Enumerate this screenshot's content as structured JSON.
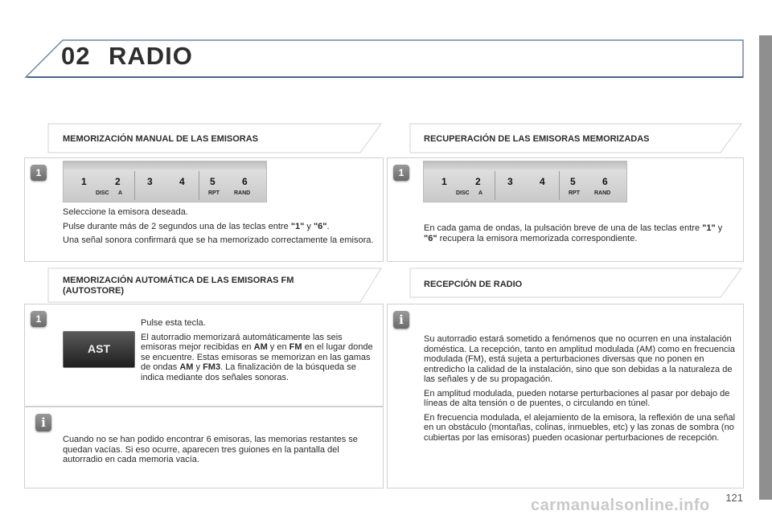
{
  "header": {
    "chapter_number": "02",
    "chapter_title": "RADIO"
  },
  "page_number": "121",
  "watermark": "carmanualsonline.info",
  "sections": {
    "manual": {
      "heading": "MEMORIZACIÓN MANUAL DE LAS EMISORAS",
      "badge": "1",
      "p1": "Seleccione la emisora deseada.",
      "p2_pre": "Pulse durante más de 2 segundos una de las teclas entre ",
      "p2_k1": "\"1\"",
      "p2_mid": " y ",
      "p2_k2": "\"6\"",
      "p2_post": ".",
      "p3": "Una señal sonora confirmará que se ha memorizado correctamente la emisora."
    },
    "recall": {
      "heading": "RECUPERACIÓN DE LAS EMISORAS MEMORIZADAS",
      "badge": "1",
      "p1_pre": "En cada gama de ondas, la pulsación breve de una de las teclas entre ",
      "p1_k1": "\"1\"",
      "p1_mid": " y ",
      "p1_k2": "\"6\"",
      "p1_post": " recupera la emisora memorizada correspondiente."
    },
    "auto": {
      "heading": "MEMORIZACIÓN AUTOMÁTICA DE LAS EMISORAS FM (AUTOSTORE)",
      "badge": "1",
      "button_label": "AST",
      "p1": "Pulse esta tecla.",
      "p2_a": "El autorradio memorizará automáticamente las seis emisoras mejor recibidas en ",
      "p2_am": "AM",
      "p2_b": " y en ",
      "p2_fm": "FM",
      "p2_c": " en el lugar donde se encuentre. Estas emisoras se memorizan en las gamas de ondas ",
      "p2_am2": "AM",
      "p2_d": " y ",
      "p2_fm3": "FM3",
      "p2_e": ". La finalización de la búsqueda se indica mediante dos señales sonoras.",
      "info_badge": "i",
      "info": "Cuando no se han podido encontrar 6 emisoras, las memorias restantes se quedan vacías. Si eso ocurre, aparecen tres guiones en la pantalla del autorradio en cada memoria vacía."
    },
    "reception": {
      "heading": "RECEPCIÓN DE RADIO",
      "info_badge": "i",
      "p1": "Su autorradio estará sometido a fenómenos que no ocurren en una instalación doméstica. La recepción, tanto en amplitud modulada (AM) como en frecuencia modulada (FM), está sujeta a perturbaciones diversas que no ponen en entredicho la calidad de la instalación, sino que son debidas a la naturaleza de las señales y de su propagación.",
      "p2": "En amplitud modulada, pueden notarse perturbaciones al pasar por debajo de líneas de alta tensión o de puentes, o circulando en túnel.",
      "p3": "En frecuencia modulada, el alejamiento de la emisora, la reflexión de una señal en un obstáculo (montañas, colinas, inmuebles, etc) y las zonas de sombra (no cubiertas por las emisoras) pueden ocasionar perturbaciones de recepción."
    }
  },
  "keypad": {
    "keys": [
      "1",
      "2",
      "3",
      "4",
      "5",
      "6"
    ],
    "subs": [
      "DISC",
      "A",
      "RPT",
      "RAND"
    ]
  }
}
